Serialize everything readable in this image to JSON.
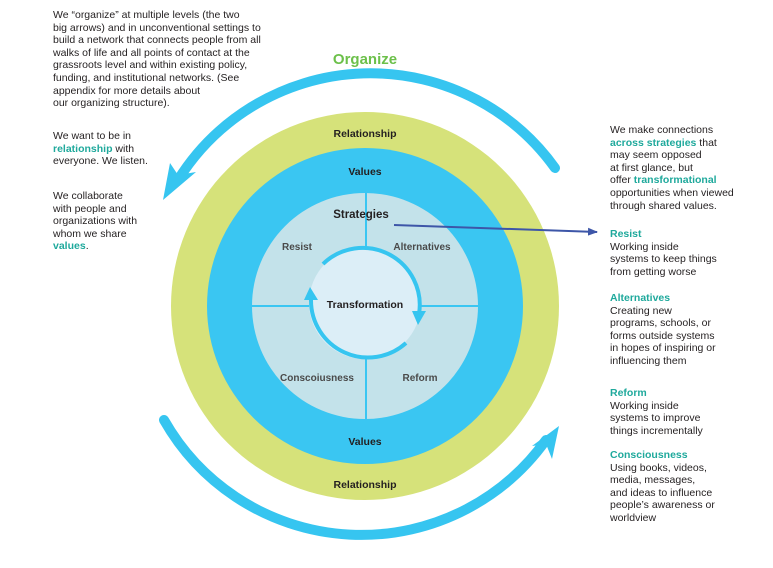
{
  "title": "Organize",
  "colors": {
    "arrow_blue": "#36c5f0",
    "relationship_green": "#d6e27a",
    "values_blue": "#3ac6f2",
    "strategies_bg": "#c3e2ea",
    "transformation_bg": "#dceef7",
    "accent_teal": "#1fa99c",
    "title_green": "#6cc04a",
    "pointer_line": "#3d56a8"
  },
  "rings": {
    "outer": "Relationship",
    "middle": "Values",
    "inner_title": "Strategies",
    "center": "Transformation",
    "segments": {
      "top_left": "Resist",
      "top_right": "Alternatives",
      "bottom_left": "Conscoiusness",
      "bottom_right": "Reform"
    }
  },
  "left_text": {
    "organize_paragraph": [
      "We “organize” at multiple levels (the two",
      "big arrows) and in unconventional settings to",
      "build a network that connects people from all",
      "walks of life and all points of contact at the",
      "grassroots level and within existing policy,",
      "funding, and institutional networks. (See",
      "appendix for more details about",
      " our organizing structure)."
    ],
    "relationship_paragraph": {
      "line1": "We want to be in",
      "highlight": "relationship",
      "line2_rest": " with",
      "line3": "everyone. We listen."
    },
    "values_paragraph": {
      "lines": [
        "We collaborate",
        "with people and",
        "organizations with",
        "whom we share"
      ],
      "highlight": "values",
      "end": "."
    }
  },
  "right_text": {
    "intro": {
      "line1": "We make connections",
      "highlight1": "across strategies",
      "line2_rest": " that",
      "line3": "may seem opposed",
      "line4": "at first glance, but",
      "line5_start": "offer ",
      "highlight2": "transformational",
      "line6": "opportunities when viewed",
      "line7": "through shared values."
    },
    "definitions": [
      {
        "heading": "Resist",
        "lines": [
          "Working inside",
          "systems to keep things",
          "from getting worse"
        ]
      },
      {
        "heading": "Alternatives",
        "lines": [
          "Creating new",
          "programs, schools, or",
          "forms outside systems",
          "in hopes of inspiring or",
          "influencing them"
        ]
      },
      {
        "heading": "Reform",
        "lines": [
          "Working inside",
          "systems to improve",
          "things incrementally"
        ]
      },
      {
        "heading": "Consciousness",
        "lines": [
          "Using books, videos,",
          "media, messages,",
          "and ideas to influence",
          "people’s awareness or",
          "worldview"
        ]
      }
    ]
  }
}
